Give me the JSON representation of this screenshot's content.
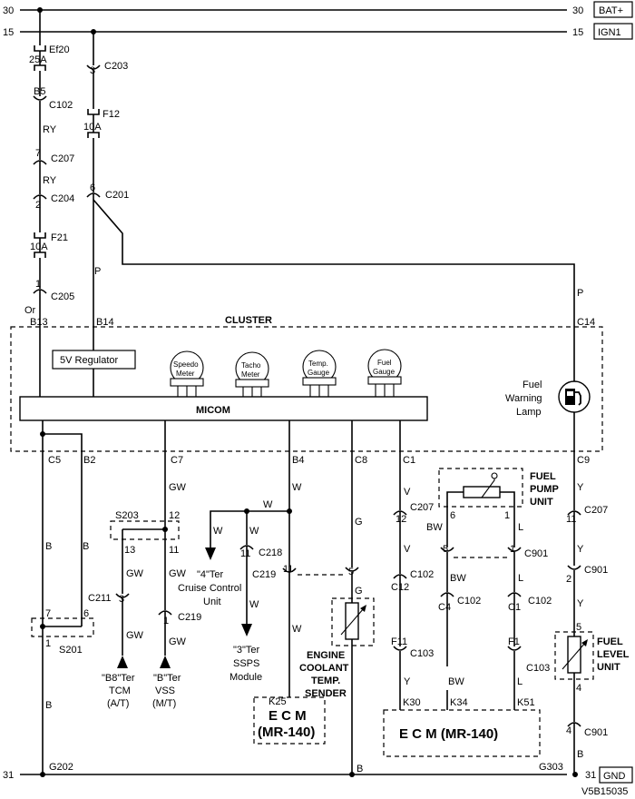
{
  "rails": {
    "bat_left": "30",
    "bat_right": "30",
    "bat_label": "BAT+",
    "ign_left": "15",
    "ign_right": "15",
    "ign_label": "IGN1",
    "gnd_left": "31",
    "gnd_right": "31",
    "gnd_label": "GND"
  },
  "fuses": {
    "ef20": "Ef20",
    "ef20_rating": "25A",
    "f12": "F12",
    "f12_rating": "10A",
    "f21": "F21",
    "f21_rating": "10A"
  },
  "connectors": {
    "b5": "B5",
    "c102": "C102",
    "pin7": "7",
    "c207": "C207",
    "pin2": "2",
    "c204": "C204",
    "pin1": "1",
    "c205": "C205",
    "pin3": "3",
    "c203": "C203",
    "pin6": "6",
    "c201": "C201",
    "c218_pin": "11",
    "c218": "C218",
    "c219_pin": "11",
    "c219": "C219",
    "c219_pin5": "5",
    "c211_pin": "3",
    "c211": "C211",
    "c219b_pin": "1",
    "c219b": "C219",
    "c207_pin12": "12",
    "c207b": "C207",
    "fp_pin6": "6",
    "fp_pin1": "1",
    "c901_pin5": "5",
    "c901_pin1": "1",
    "c901": "C901",
    "c12": "C12",
    "c102b": "C102",
    "c4": "C4",
    "c102c": "C102",
    "c1": "C1",
    "c102d": "C102",
    "f11": "F11",
    "c103": "C103",
    "f1": "F1",
    "c103b": "C103",
    "c207_pin11": "11",
    "c207c": "C207",
    "c901b_pin2": "2",
    "c901b": "C901",
    "fl_pin5": "5",
    "fl_pin4": "4",
    "c901c_pin4": "4",
    "c901c": "C901",
    "s203": "S203",
    "s203_12": "12",
    "s203_13": "13",
    "s203_11": "11",
    "s201": "S201",
    "s201_7": "7",
    "s201_6": "6",
    "s201_1": "1",
    "k25": "K25",
    "k30": "K30",
    "k34": "K34",
    "k51": "K51"
  },
  "wires": {
    "ry1": "RY",
    "ry2": "RY",
    "or": "Or",
    "p1": "P",
    "p2": "P",
    "b_c5": "B",
    "b_b2": "B",
    "b_s201": "B",
    "b_g": "B",
    "b_c901": "B",
    "gw_c7": "GW",
    "gw_13": "GW",
    "gw_11": "GW",
    "gw_tcm": "GW",
    "gw_vss": "GW",
    "w_b4": "W",
    "w_top": "W",
    "w_4ter": "W",
    "w_218": "W",
    "w_219": "W",
    "w_ssps": "W",
    "w_k25": "W",
    "g_c8": "G",
    "g_sender": "G",
    "v1": "V",
    "v2": "V",
    "y_k30": "Y",
    "bw_fp": "BW",
    "bw_c4": "BW",
    "bw_k34": "BW",
    "l_fp": "L",
    "l_c1": "L",
    "l_k51": "L",
    "y_c9": "Y",
    "y_c901": "Y",
    "y_mid": "Y"
  },
  "cluster": {
    "title": "CLUSTER",
    "b13": "B13",
    "b14": "B14",
    "c14": "C14",
    "regulator": "5V Regulator",
    "speedo_l1": "Speedo",
    "speedo_l2": "Meter",
    "tacho_l1": "Tacho",
    "tacho_l2": "Meter",
    "temp_l1": "Temp.",
    "temp_l2": "Gauge",
    "fuel_l1": "Fuel",
    "fuel_l2": "Gauge",
    "micom": "MICOM",
    "lamp_l1": "Fuel",
    "lamp_l2": "Warning",
    "lamp_l3": "Lamp",
    "c5": "C5",
    "b2": "B2",
    "c7": "C7",
    "b4": "B4",
    "c8": "C8",
    "c1": "C1",
    "c9": "C9"
  },
  "components": {
    "cruise_l1": "\"4\"Ter",
    "cruise_l2": "Cruise Control",
    "cruise_l3": "Unit",
    "ssps_l1": "\"3\"Ter",
    "ssps_l2": "SSPS",
    "ssps_l3": "Module",
    "tcm_l1": "\"B8\"Ter",
    "tcm_l2": "TCM",
    "tcm_l3": "(A/T)",
    "vss_l1": "\"B\"Ter",
    "vss_l2": "VSS",
    "vss_l3": "(M/T)",
    "ect_l1": "ENGINE",
    "ect_l2": "COOLANT",
    "ect_l3": "TEMP.",
    "ect_l4": "SENDER",
    "ecm_small_l1": "E C M",
    "ecm_small_l2": "(MR-140)",
    "ecm_big": "E C M  (MR-140)",
    "fpu_l1": "FUEL",
    "fpu_l2": "PUMP",
    "fpu_l3": "UNIT",
    "flu_l1": "FUEL",
    "flu_l2": "LEVEL",
    "flu_l3": "UNIT"
  },
  "grounds": {
    "g202": "G202",
    "g303": "G303"
  },
  "footer": {
    "code": "V5B15035"
  }
}
